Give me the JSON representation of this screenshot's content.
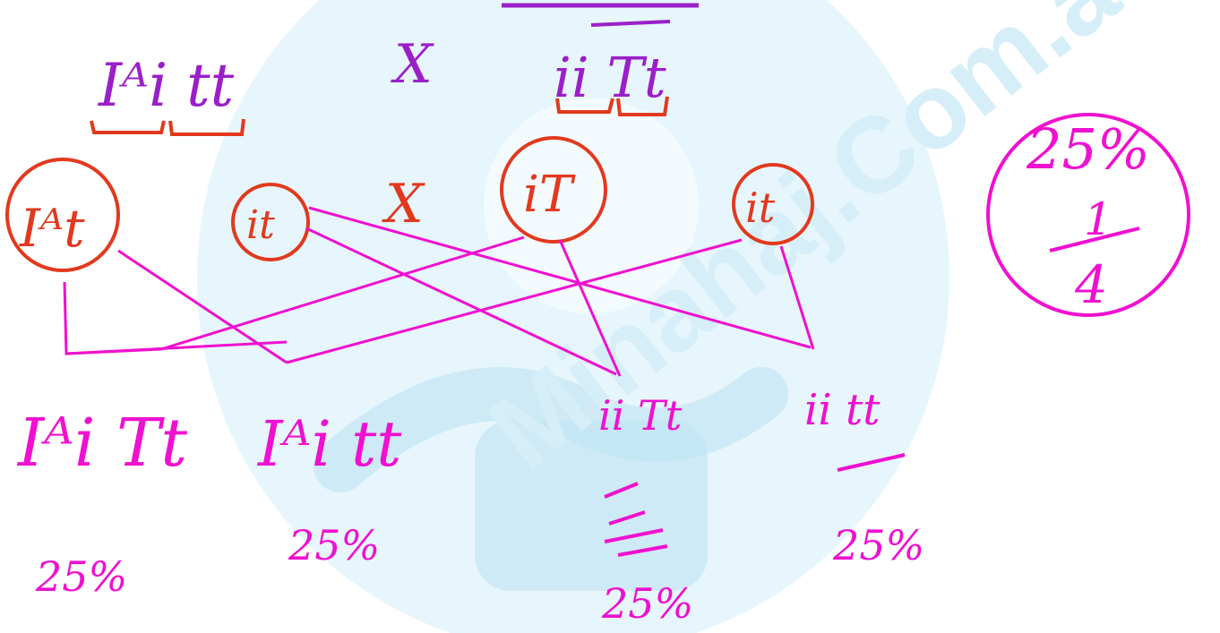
{
  "parents": {
    "left_genotype": "Iᴬi tt",
    "cross_symbol": "X",
    "right_genotype": "ii Tt"
  },
  "gametes": {
    "g1": "Iᴬt",
    "g2": "it",
    "cross_symbol": "X",
    "g3": "iT",
    "g4": "it"
  },
  "offspring": [
    {
      "genotype": "Iᴬi Tt",
      "percent": "25%"
    },
    {
      "genotype": "Iᴬi tt",
      "percent": "25%"
    },
    {
      "genotype": "ii Tt",
      "percent": "25%"
    },
    {
      "genotype": "ii tt",
      "percent": "25%"
    }
  ],
  "answer": {
    "percent": "25%",
    "fraction_numerator": "1",
    "fraction_denominator": "4"
  },
  "colors": {
    "purple": "#9b1fc9",
    "red": "#e2391e",
    "magenta": "#f010d0",
    "watermark": "#dff3fb"
  },
  "watermark_text": "Minahaj.Com.ae"
}
